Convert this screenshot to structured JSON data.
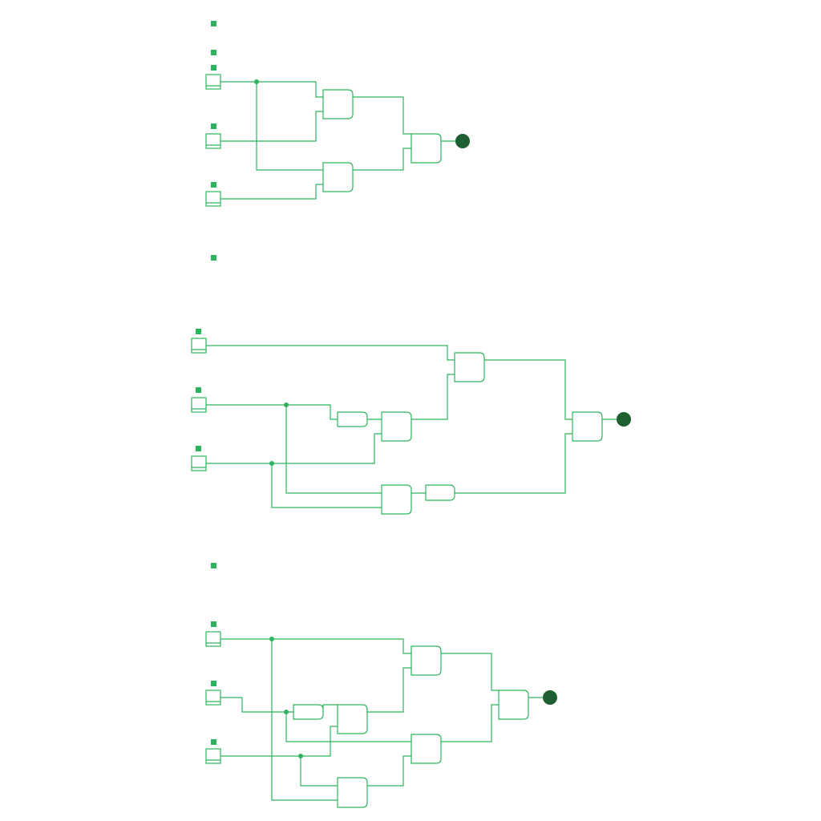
{
  "diagram": {
    "colors": {
      "wire": "#2db35d",
      "output": "#1e5f32",
      "background": "#ffffff"
    },
    "circuits": [
      {
        "id": "circuit-1",
        "inputs": 3,
        "and_gates": 3,
        "outputs": 1
      },
      {
        "id": "circuit-2",
        "inputs": 3,
        "and_gates": 4,
        "buffers": 2,
        "outputs": 1
      },
      {
        "id": "circuit-3",
        "inputs": 3,
        "and_gates": 5,
        "buffers": 1,
        "outputs": 1
      }
    ],
    "icons": {
      "input": "input-pin-icon",
      "and_gate": "and-gate-icon",
      "buffer": "buffer-icon",
      "output": "output-lamp-icon",
      "junction": "junction-dot-icon"
    }
  }
}
